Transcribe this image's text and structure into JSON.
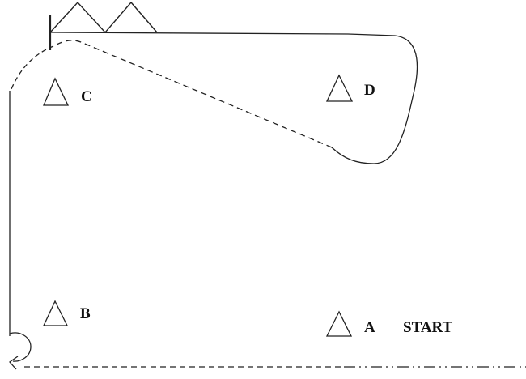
{
  "markers": [
    {
      "id": "A",
      "label": "A"
    },
    {
      "id": "B",
      "label": "B"
    },
    {
      "id": "C",
      "label": "C"
    },
    {
      "id": "D",
      "label": "D"
    }
  ],
  "start_label": "START",
  "colors": {
    "line": "#222222",
    "background": "#ffffff"
  }
}
